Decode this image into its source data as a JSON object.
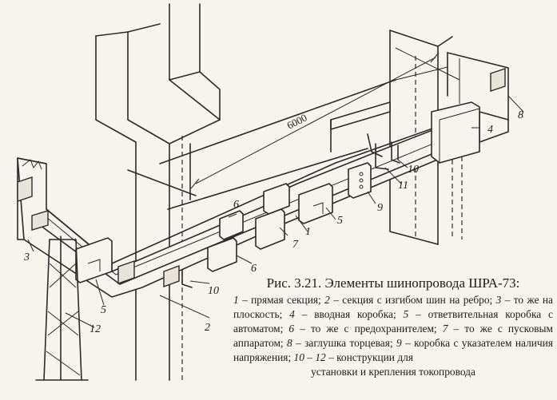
{
  "caption": {
    "title": "Рис. 3.21. Элементы шинопровода ШРА-73:",
    "items": [
      {
        "n": "1",
        "text": " – прямая секция; "
      },
      {
        "n": "2",
        "text": " – секция с изгибом шин на ребро; "
      },
      {
        "n": "3",
        "text": " – то же на плоскость; "
      },
      {
        "n": "4",
        "text": " – вводная коробка; "
      },
      {
        "n": "5",
        "text": " – ответвительная коробка с автоматом; "
      },
      {
        "n": "6",
        "text": " – то же с предохранителем; "
      },
      {
        "n": "7",
        "text": " – то же с пусковым аппаратом; "
      },
      {
        "n": "8",
        "text": " – заглушка торцевая; "
      },
      {
        "n": "9",
        "text": " – коробка с указателем наличия напряжения; "
      },
      {
        "n": "10 – 12",
        "text": " – конструкции для "
      }
    ],
    "last_line": "установки и крепления токопровода"
  },
  "dimension": "6000",
  "callouts": {
    "c1": "1",
    "c2": "2",
    "c3": "3",
    "c4": "4",
    "c5a": "5",
    "c5b": "5",
    "c6a": "6",
    "c6b": "6",
    "c7": "7",
    "c8": "8",
    "c9": "9",
    "c10a": "10",
    "c10b": "10",
    "c11": "11",
    "c12": "12"
  }
}
